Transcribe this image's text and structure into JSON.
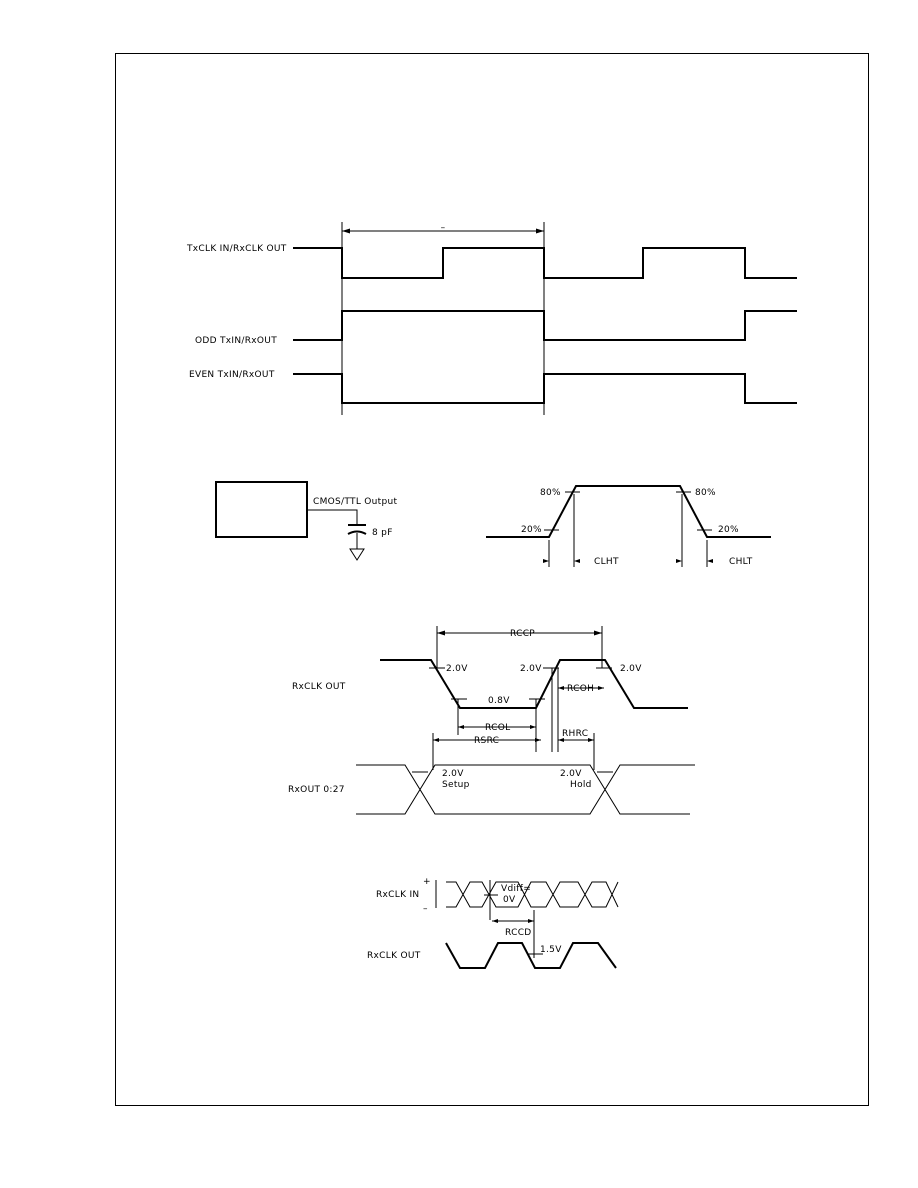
{
  "fig1": {
    "clk_label": "TxCLK IN/RxCLK OUT",
    "odd_label": "ODD TxIN/RxOUT",
    "even_label": "EVEN TxIN/RxOUT",
    "period_label": "–"
  },
  "fig2": {
    "output_label": "CMOS/TTL Output",
    "cap_label": "8 pF",
    "pct80_left": "80%",
    "pct80_right": "80%",
    "pct20_left": "20%",
    "pct20_right": "20%",
    "rise_label": "CLHT",
    "fall_label": "CHLT"
  },
  "fig3": {
    "clk_label": "RxCLK OUT",
    "rccp": "RCCP",
    "v20_a": "2.0V",
    "v20_b": "2.0V",
    "v20_c": "2.0V",
    "v08": "0.8V",
    "rcoh": "RCOH",
    "rcol": "RCOL",
    "rsrc": "RSRC",
    "rhrc": "RHRC",
    "data_label": "RxOUT 0:27",
    "setup_v": "2.0V",
    "setup": "Setup",
    "hold_v": "2.0V",
    "hold": "Hold"
  },
  "fig4": {
    "clkin_label": "RxCLK IN",
    "plus": "+",
    "minus": "–",
    "vdiff": "Vdiff=",
    "zero_v": "0V",
    "rccd": "RCCD",
    "clkout_label": "RxCLK OUT",
    "v15": "1.5V"
  }
}
